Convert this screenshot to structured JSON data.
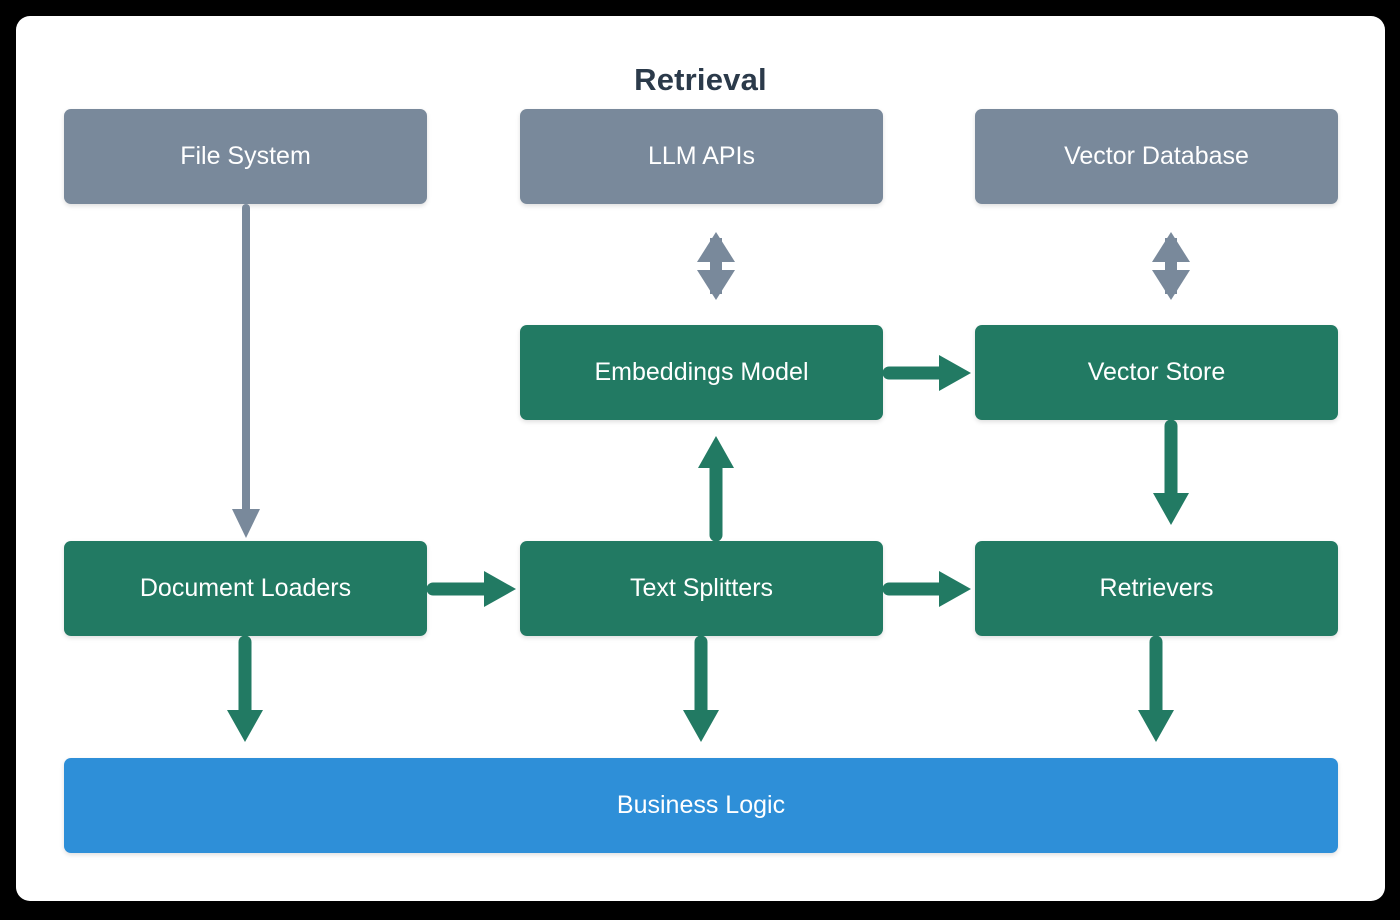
{
  "page": {
    "background": "#000000",
    "card_background": "#ffffff"
  },
  "header": {
    "title": "Retrieval",
    "title_color": "#2b3a4a"
  },
  "colors": {
    "external": "#79899b",
    "component": "#227a63",
    "consumer": "#2e8fd8",
    "arrow_external": "#79899b",
    "arrow_component": "#227a63"
  },
  "diagram": {
    "type": "flow-diagram",
    "nodes": [
      {
        "id": "file-system",
        "label": "File System",
        "kind": "external",
        "color": "#79899b",
        "row": 1,
        "col": 1
      },
      {
        "id": "llm-apis",
        "label": "LLM APIs",
        "kind": "external",
        "color": "#79899b",
        "row": 1,
        "col": 2
      },
      {
        "id": "vector-database",
        "label": "Vector Database",
        "kind": "external",
        "color": "#79899b",
        "row": 1,
        "col": 3
      },
      {
        "id": "embeddings-model",
        "label": "Embeddings Model",
        "kind": "component",
        "color": "#227a63",
        "row": 2,
        "col": 2
      },
      {
        "id": "vector-store",
        "label": "Vector Store",
        "kind": "component",
        "color": "#227a63",
        "row": 2,
        "col": 3
      },
      {
        "id": "document-loaders",
        "label": "Document Loaders",
        "kind": "component",
        "color": "#227a63",
        "row": 3,
        "col": 1
      },
      {
        "id": "text-splitters",
        "label": "Text Splitters",
        "kind": "component",
        "color": "#227a63",
        "row": 3,
        "col": 2
      },
      {
        "id": "retrievers",
        "label": "Retrievers",
        "kind": "component",
        "color": "#227a63",
        "row": 3,
        "col": 3
      },
      {
        "id": "business-logic",
        "label": "Business Logic",
        "kind": "consumer",
        "color": "#2e8fd8",
        "row": 4,
        "col": "span-all"
      }
    ],
    "edges": [
      {
        "from": "file-system",
        "to": "document-loaders",
        "direction": "down",
        "style": "thin",
        "color": "#79899b"
      },
      {
        "from": "llm-apis",
        "to": "embeddings-model",
        "direction": "bidirectional-vertical",
        "style": "thin",
        "color": "#79899b"
      },
      {
        "from": "vector-database",
        "to": "vector-store",
        "direction": "bidirectional-vertical",
        "style": "thin",
        "color": "#79899b"
      },
      {
        "from": "embeddings-model",
        "to": "vector-store",
        "direction": "right",
        "style": "thick",
        "color": "#227a63"
      },
      {
        "from": "text-splitters",
        "to": "embeddings-model",
        "direction": "up",
        "style": "thick",
        "color": "#227a63"
      },
      {
        "from": "vector-store",
        "to": "retrievers",
        "direction": "down",
        "style": "thick",
        "color": "#227a63"
      },
      {
        "from": "document-loaders",
        "to": "text-splitters",
        "direction": "right",
        "style": "thick",
        "color": "#227a63"
      },
      {
        "from": "text-splitters",
        "to": "retrievers",
        "direction": "right",
        "style": "thick",
        "color": "#227a63"
      },
      {
        "from": "document-loaders",
        "to": "business-logic",
        "direction": "down",
        "style": "thick",
        "color": "#227a63"
      },
      {
        "from": "text-splitters",
        "to": "business-logic",
        "direction": "down",
        "style": "thick",
        "color": "#227a63"
      },
      {
        "from": "retrievers",
        "to": "business-logic",
        "direction": "down",
        "style": "thick",
        "color": "#227a63"
      }
    ]
  }
}
